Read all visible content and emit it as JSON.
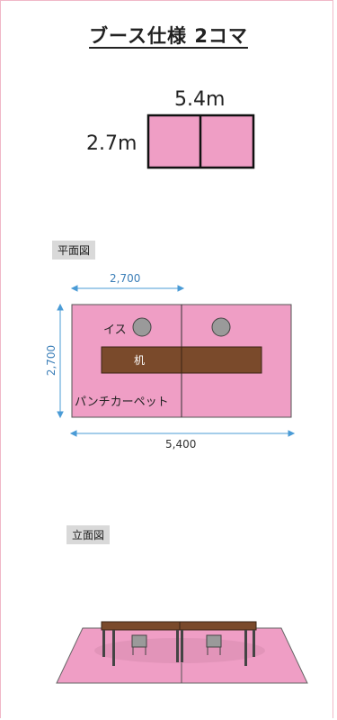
{
  "title": "ブース仕様 2コマ",
  "overview": {
    "width_label": "5.4m",
    "height_label": "2.7m"
  },
  "plan": {
    "section_label": "平面図",
    "dim_top": "2,700",
    "dim_left": "2,700",
    "dim_bottom": "5,400",
    "chair_label": "イス",
    "desk_label": "机",
    "carpet_label": "パンチカーペット"
  },
  "elevation": {
    "section_label": "立面図"
  },
  "colors": {
    "pink": "#ef9ec5",
    "desk": "#7a4a2b",
    "blue": "#4a9bd6",
    "chair": "#9a9a9a"
  }
}
